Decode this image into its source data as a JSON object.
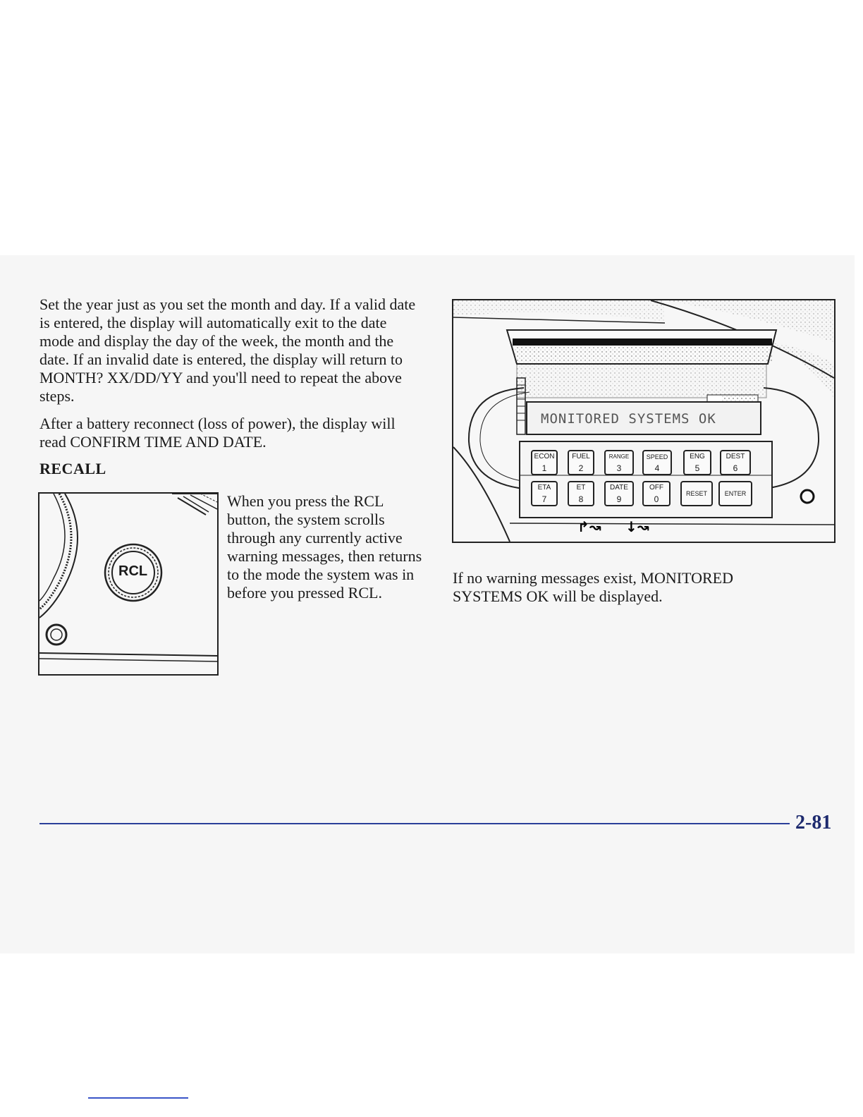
{
  "left_column": {
    "paragraph1": "Set the year just as you set the month and day. If a valid date is entered, the display will automatically exit to the date mode and display the day of the week, the month and the date. If an invalid date is entered, the display will return to MONTH? XX/DD/YY and you'll need to repeat the above steps.",
    "paragraph2": "After a battery reconnect (loss of power), the display will read CONFIRM TIME AND DATE.",
    "heading": "RECALL",
    "recall_text": "When you press the RCL button, the system scrolls through any currently active warning messages, then returns to the mode the system was in before you pressed RCL."
  },
  "rcl_figure": {
    "button_label": "RCL"
  },
  "keypad_figure": {
    "display_text": "MONITORED SYSTEMS OK",
    "keys_row1": [
      {
        "top": "ECON",
        "bottom": "1"
      },
      {
        "top": "FUEL",
        "bottom": "2"
      },
      {
        "top": "RANGE",
        "bottom": "3"
      },
      {
        "top": "SPEED",
        "bottom": "4"
      },
      {
        "top": "ENG",
        "bottom": "5"
      },
      {
        "top": "DEST",
        "bottom": "6"
      }
    ],
    "keys_row2": [
      {
        "top": "ETA",
        "bottom": "7"
      },
      {
        "top": "ET",
        "bottom": "8"
      },
      {
        "top": "DATE",
        "bottom": "9"
      },
      {
        "top": "OFF",
        "bottom": "0"
      },
      {
        "top": "RESET",
        "bottom": ""
      },
      {
        "top": "ENTER",
        "bottom": ""
      }
    ]
  },
  "right_column": {
    "caption": "If no warning messages exist, MONITORED SYSTEMS OK will be displayed."
  },
  "footer": {
    "page_number": "2-81"
  }
}
